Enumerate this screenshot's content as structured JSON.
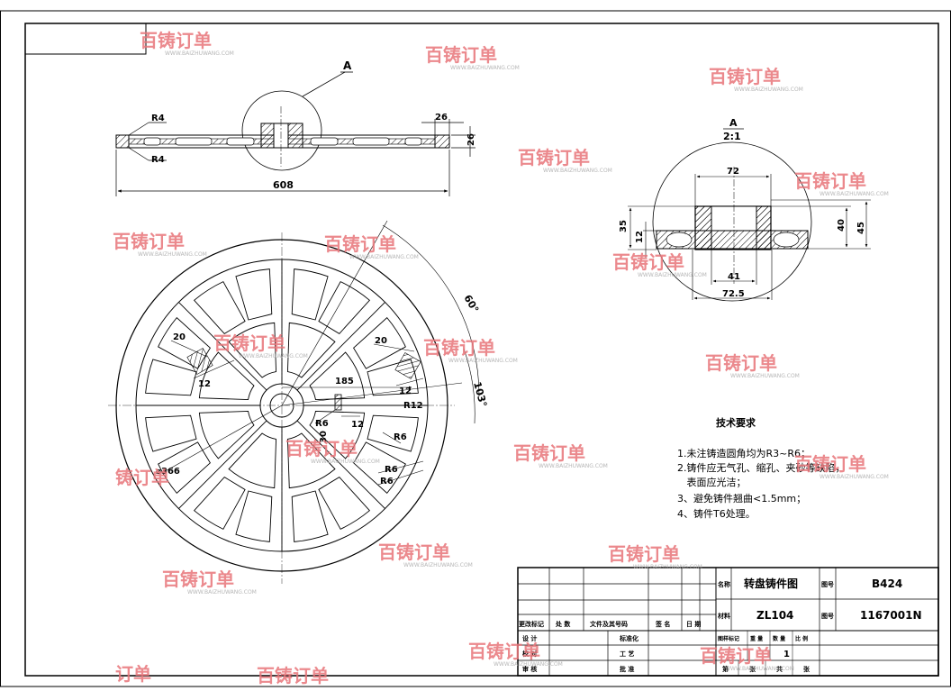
{
  "view_a_label": "A",
  "section_label": "A",
  "section_scale": "2:1",
  "top_view": {
    "r_top": "R4",
    "r_bottom": "R4",
    "dim_width": "608",
    "dim_hub_w": "26",
    "dim_hub_h": "26"
  },
  "detail_view": {
    "d72": "72",
    "d35": "35",
    "d12": "12",
    "d40": "40",
    "d45": "45",
    "d41": "41",
    "d72_5": "72.5"
  },
  "plan_view": {
    "ang60": "60°",
    "ang103": "103°",
    "d20a": "20",
    "d12a": "12",
    "d20b": "20",
    "d12b": "12",
    "d185": "185",
    "r12": "R12",
    "r6a": "R6",
    "d12c": "12",
    "d30": "30",
    "r6b": "R6",
    "r6c": "R6",
    "r6d": "R6",
    "dia366": "⌀366"
  },
  "tech": {
    "title": "技术要求",
    "items": [
      "1.未注铸造圆角均为R3~R6；",
      "2.铸件应无气孔、缩孔、夹砂等缺陷，",
      "   表面应光洁；",
      "3、避免铸件翘曲<1.5mm；",
      "4、铸件T6处理。"
    ]
  },
  "title_block": {
    "name_label": "名称",
    "part_name": "转盘铸件图",
    "code_label": "图号",
    "code": "B424",
    "mat_label": "材料",
    "material": "ZL104",
    "num_label": "图号",
    "drawing_no": "1167001N",
    "r1": [
      "更改标记",
      "处 数",
      "文件及其号码",
      "签 名",
      "日 期"
    ],
    "r2": [
      "设 计",
      "标准化"
    ],
    "r3": [
      "校 对",
      "工 艺"
    ],
    "r4": [
      "审 核",
      "批 准"
    ],
    "sub": [
      "图样标记",
      "重 量",
      "数 量",
      "比 例"
    ],
    "qty": "1",
    "sheet": [
      "第",
      "张",
      "共",
      "张"
    ]
  },
  "watermark": {
    "brand": "百铸订单",
    "url": "WWW.BAIZHUWANG.COM",
    "partial_a": "铸订单",
    "partial_b": "订单"
  }
}
